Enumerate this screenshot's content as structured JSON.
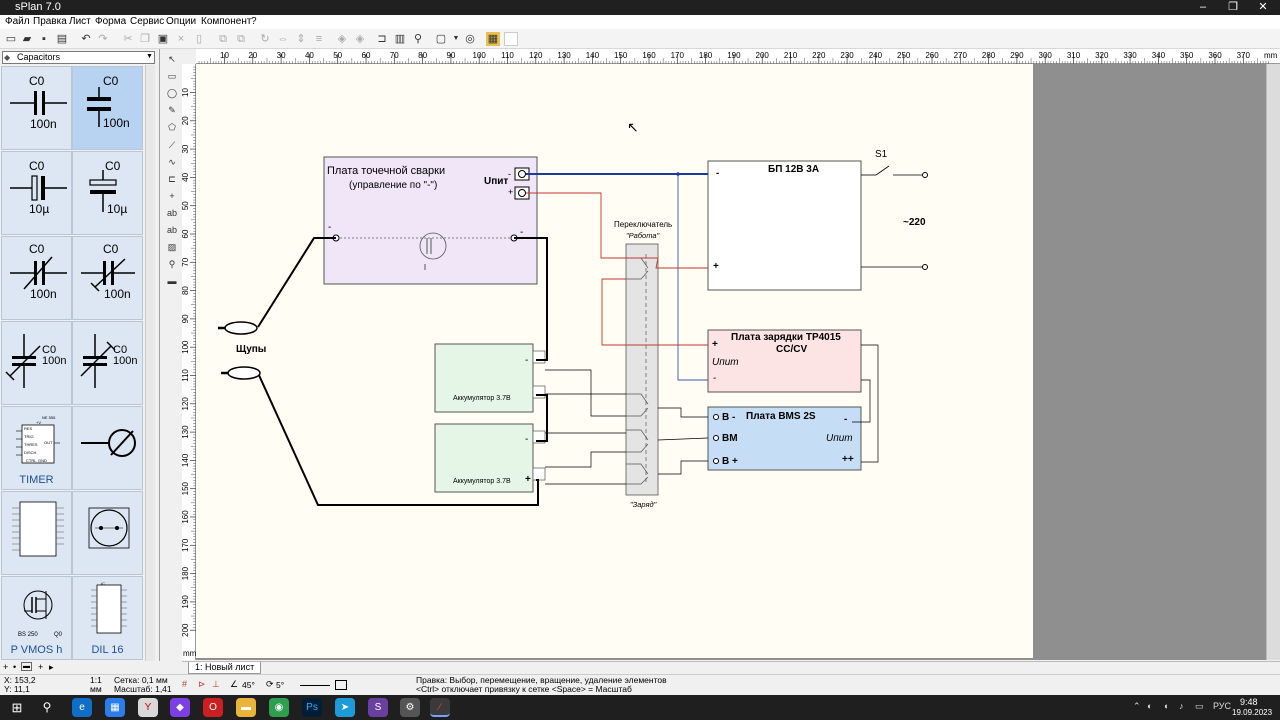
{
  "window": {
    "title": "sPlan 7.0",
    "minimize": "–",
    "maximize": "❐",
    "close": "✕"
  },
  "menu": [
    "Файл",
    "Правка",
    "Лист",
    "Форма",
    "Сервис",
    "Опции",
    "Компонент",
    "?"
  ],
  "library": {
    "selected": "Capacitors",
    "cells": [
      {
        "name": "C0",
        "value": "100n",
        "label": ""
      },
      {
        "name": "C0",
        "value": "100n",
        "label": ""
      },
      {
        "name": "C0",
        "value": "10µ",
        "label": ""
      },
      {
        "name": "C0",
        "value": "10µ",
        "label": ""
      },
      {
        "name": "C0",
        "value": "100n",
        "label": ""
      },
      {
        "name": "C0",
        "value": "100n",
        "label": ""
      },
      {
        "name": "C0",
        "value": "100n",
        "label": ""
      },
      {
        "name": "C0",
        "value": "100n",
        "label": ""
      },
      {
        "name": "",
        "value": "",
        "label": "TIMER"
      },
      {
        "name": "",
        "value": "",
        "label": ""
      },
      {
        "name": "",
        "value": "",
        "label": ""
      },
      {
        "name": "",
        "value": "",
        "label": ""
      },
      {
        "name": "BS 250",
        "value": "Q0",
        "label": "P VMOS h"
      },
      {
        "name": "",
        "value": "",
        "label": "DIL 16"
      }
    ],
    "timer_pins": [
      "RES",
      "TRIG",
      "THRES",
      "DISCH",
      "OUT",
      "CTRL",
      "GND",
      "+V"
    ],
    "timer_chip": "NE 555",
    "dil_ref": "IC"
  },
  "ruler": {
    "h_labels": [
      "10",
      "20",
      "30",
      "40",
      "50",
      "60",
      "70",
      "80",
      "90",
      "100",
      "110",
      "120",
      "130",
      "140",
      "150",
      "160",
      "170",
      "180",
      "190",
      "200",
      "210",
      "220",
      "230",
      "240",
      "250",
      "260",
      "270",
      "280",
      "290",
      "300",
      "310",
      "320",
      "330",
      "340",
      "350",
      "360",
      "370"
    ],
    "h_unit": "mm",
    "v_labels": [
      "10",
      "20",
      "30",
      "40",
      "50",
      "60",
      "70",
      "80",
      "90",
      "100",
      "110",
      "120",
      "130",
      "140",
      "150",
      "160",
      "170",
      "180",
      "190",
      "200"
    ],
    "v_unit": "mm"
  },
  "schematic": {
    "welder_title": "Плата точечной сварки",
    "welder_sub": "(управление по \"-\")",
    "welder_upit": "Uпит",
    "minus": "-",
    "plus": "+",
    "psu": "БП 12В 3А",
    "s1": "S1",
    "mains": "~220",
    "switch_top": "Переключатель",
    "switch_work": "\"Работа\"",
    "switch_charge": "\"Заряд\"",
    "charger_title": "Плата зарядки TP4015",
    "charger_sub": "CC/CV",
    "charger_upit": "Uпит",
    "bms_title": "Плата BMS 2S",
    "bms_bminus": "B -",
    "bms_bm": "BM",
    "bms_bplus": "B +",
    "bms_upit": "Uпит",
    "bms_minus": "-",
    "bms_plus": "+",
    "plus_plus": "++",
    "battery": "Аккумулятор 3.7В",
    "probes": "Щупы"
  },
  "sheet_tab": "1: Новый лист",
  "status": {
    "coords_x": "X: 153,2",
    "coords_y": "Y: 11,1",
    "scale_a": "1:1",
    "scale_b": "мм",
    "grid": "Сетка: 0,1 мм",
    "zoom": "Масштаб: 1,41",
    "angle1": "45°",
    "angle2": "5°",
    "hint1": "Правка: Выбор, перемещение, вращение, удаление элементов",
    "hint2": "<Ctrl> отключает привязку к сетке <Space> = Масштаб"
  },
  "taskbar": {
    "time": "9:48",
    "date": "19.09.2023",
    "lang": "РУС",
    "apps": [
      "Ps",
      "S"
    ]
  }
}
